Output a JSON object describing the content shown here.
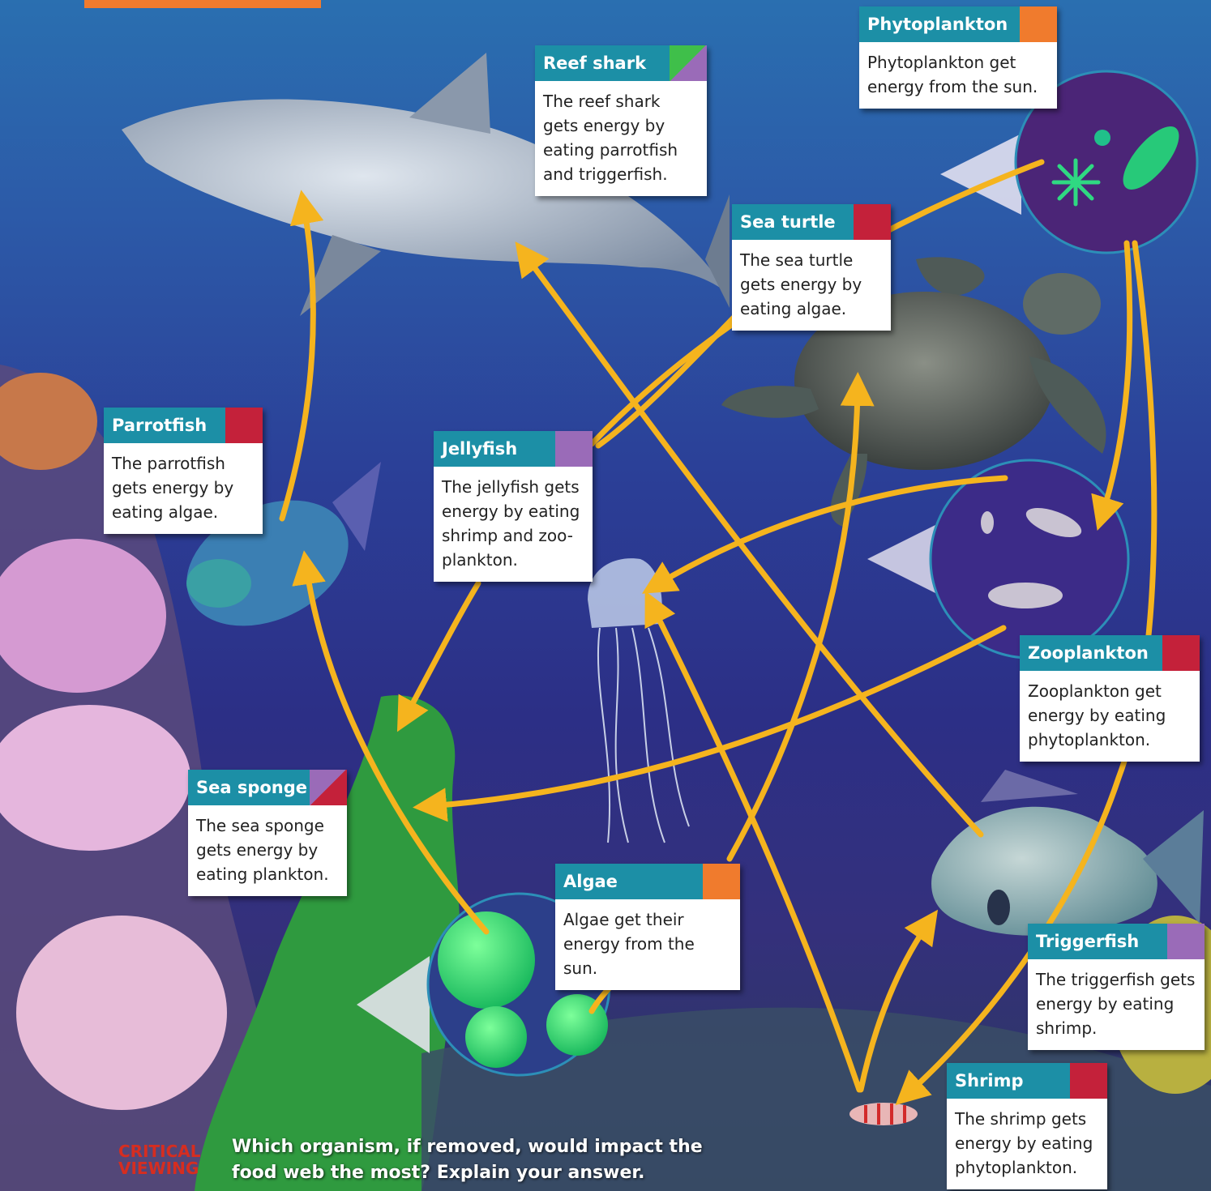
{
  "colors": {
    "arrow": "#f5b41e",
    "header": "#1c8fa6",
    "orange": "#f07b2d",
    "red": "#c4213a",
    "purple": "#9a6bb8",
    "green": "#3fbf4a"
  },
  "cards": {
    "reef_shark": {
      "title": "Reef shark",
      "text": "The reef shark gets energy by eating parrotfish and triggerfish."
    },
    "phytoplankton": {
      "title": "Phytoplankton",
      "text": "Phytoplankton get energy from the sun."
    },
    "sea_turtle": {
      "title": "Sea turtle",
      "text": "The sea turtle gets energy by eating algae."
    },
    "parrotfish": {
      "title": "Parrotfish",
      "text": "The parrotfish gets energy by eating algae."
    },
    "jellyfish": {
      "title": "Jellyfish",
      "text": "The jellyfish gets energy by eating shrimp and zoo-plankton."
    },
    "zooplankton": {
      "title": "Zooplankton",
      "text": "Zooplankton get energy by eating phytoplankton."
    },
    "sea_sponge": {
      "title": "Sea sponge",
      "text": "The sea sponge gets energy by eating plankton."
    },
    "algae": {
      "title": "Algae",
      "text": "Algae get their energy from the sun."
    },
    "triggerfish": {
      "title": "Triggerfish",
      "text": "The triggerfish gets energy by eating shrimp."
    },
    "shrimp": {
      "title": "Shrimp",
      "text": "The shrimp gets energy by eating phytoplankton."
    }
  },
  "critical_viewing": {
    "label_line1": "CRITICAL",
    "label_line2": "VIEWING",
    "question": "Which organism, if removed, would impact the food web the most? Explain your answer."
  }
}
